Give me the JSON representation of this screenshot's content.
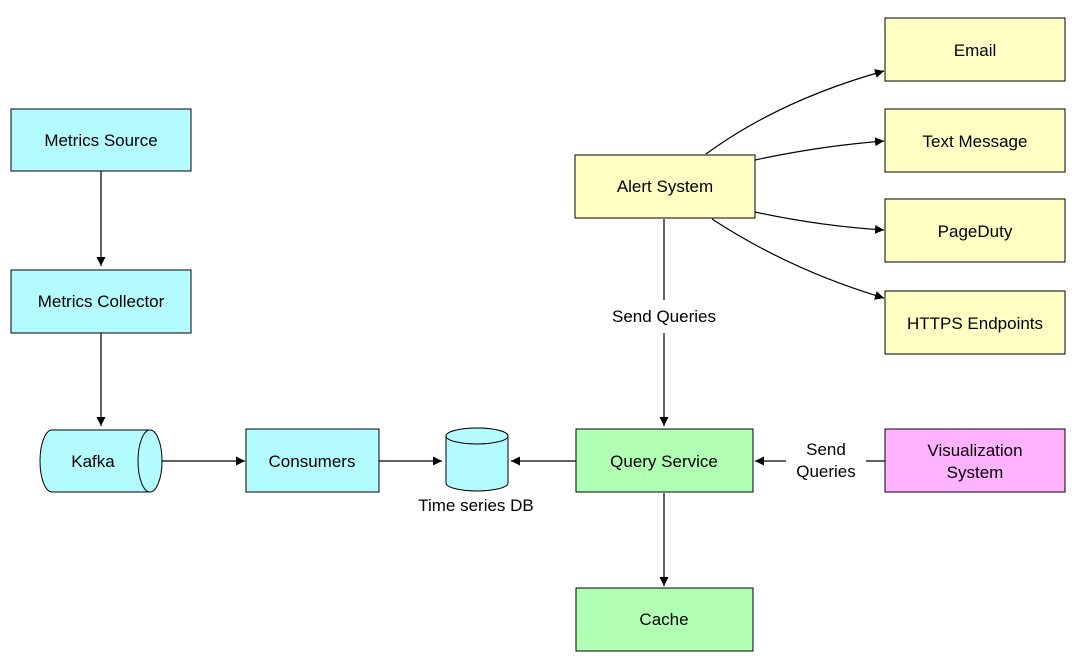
{
  "nodes": {
    "metrics_source": "Metrics Source",
    "metrics_collector": "Metrics Collector",
    "kafka": "Kafka",
    "consumers": "Consumers",
    "tsdb": "Time series DB",
    "query_service": "Query Service",
    "cache": "Cache",
    "alert_system": "Alert System",
    "email": "Email",
    "text_message": "Text Message",
    "pageduty": "PageDuty",
    "https_endpoints": "HTTPS Endpoints",
    "visualization_line1": "Visualization",
    "visualization_line2": "System"
  },
  "edge_labels": {
    "alert_to_query": "Send Queries",
    "viz_to_query_line1": "Send",
    "viz_to_query_line2": "Queries"
  },
  "colors": {
    "cyan": "#b3fbff",
    "yellow": "#ffffc4",
    "green": "#b1ffb3",
    "pink": "#ffb3ff"
  }
}
